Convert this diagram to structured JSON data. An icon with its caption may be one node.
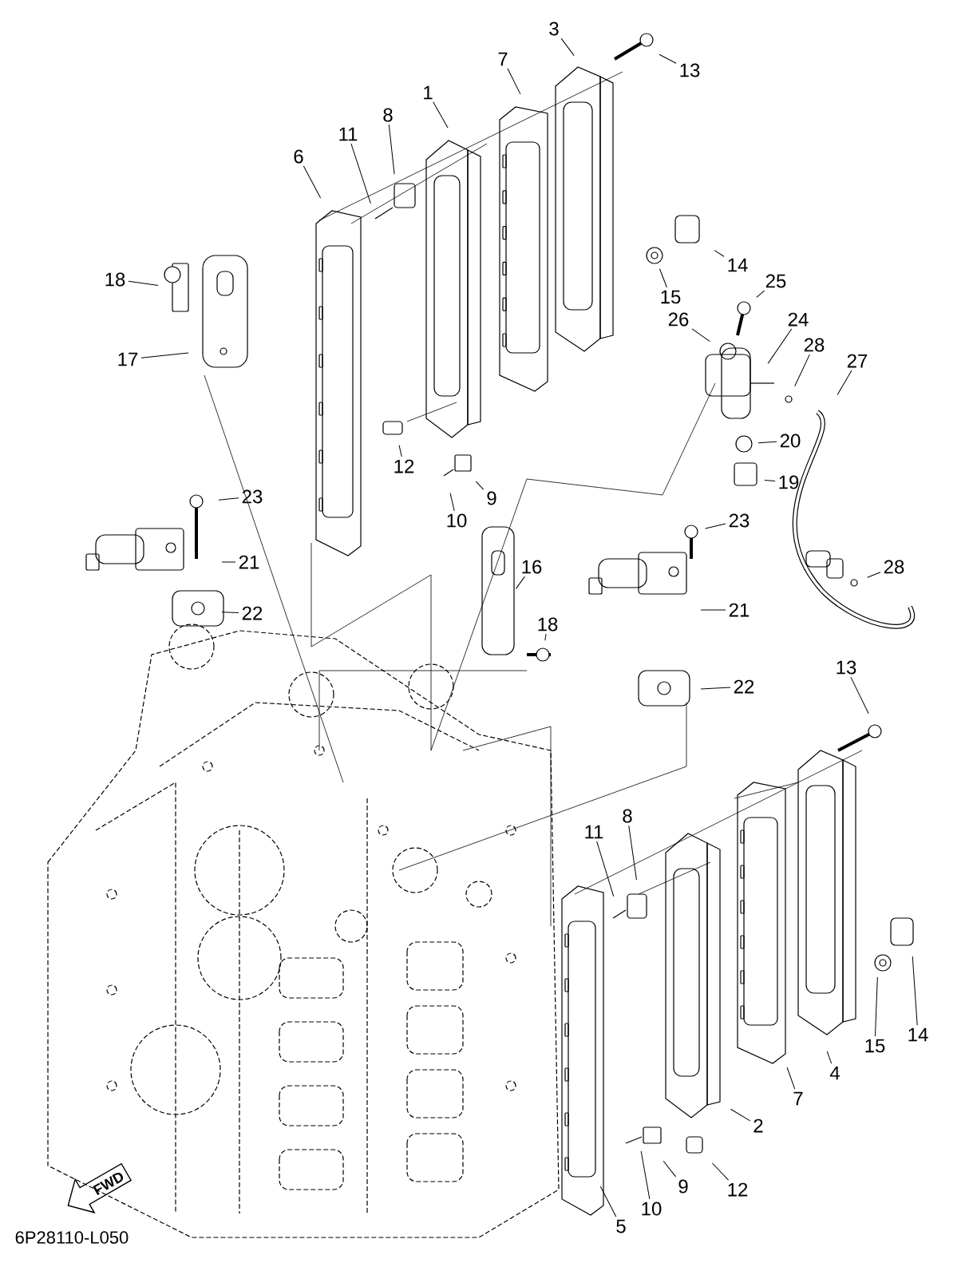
{
  "diagram": {
    "nodes": [
      {
        "text": [
          "1"
        ]
      },
      {
        "text": [
          "3"
        ]
      },
      {
        "text": [
          "7"
        ]
      },
      {
        "text": [
          "8"
        ]
      },
      {
        "text": [
          "11"
        ]
      },
      {
        "text": [
          "6"
        ]
      },
      {
        "text": [
          "13"
        ]
      },
      {
        "text": [
          "14"
        ]
      },
      {
        "text": [
          "15"
        ]
      },
      {
        "text": [
          "25"
        ]
      },
      {
        "text": [
          "26"
        ]
      },
      {
        "text": [
          "24"
        ]
      },
      {
        "text": [
          "28"
        ]
      },
      {
        "text": [
          "27"
        ]
      },
      {
        "text": [
          "18"
        ]
      },
      {
        "text": [
          "17"
        ]
      },
      {
        "text": [
          "20"
        ]
      },
      {
        "text": [
          "19"
        ]
      },
      {
        "text": [
          "12"
        ]
      },
      {
        "text": [
          "9"
        ]
      },
      {
        "text": [
          "10"
        ]
      },
      {
        "text": [
          "23"
        ]
      },
      {
        "text": [
          "21"
        ]
      },
      {
        "text": [
          "22"
        ]
      },
      {
        "text": [
          "16"
        ]
      },
      {
        "text": [
          "18"
        ]
      },
      {
        "text": [
          "23"
        ]
      },
      {
        "text": [
          "21"
        ]
      },
      {
        "text": [
          "28"
        ]
      },
      {
        "text": [
          "22"
        ]
      },
      {
        "text": [
          "13"
        ]
      },
      {
        "text": [
          "11"
        ]
      },
      {
        "text": [
          "8"
        ]
      },
      {
        "text": [
          "14"
        ]
      },
      {
        "text": [
          "15"
        ]
      },
      {
        "text": [
          "7"
        ]
      },
      {
        "text": [
          "4"
        ]
      },
      {
        "text": [
          "2"
        ]
      },
      {
        "text": [
          "12"
        ]
      },
      {
        "text": [
          "9"
        ]
      },
      {
        "text": [
          "10"
        ]
      },
      {
        "text": [
          "5"
        ]
      }
    ],
    "edges": [
      {
        "from": 0,
        "to": null,
        "arrow": "none"
      },
      {
        "from": 1,
        "to": null,
        "arrow": "none"
      },
      {
        "from": 2,
        "to": null,
        "arrow": "none"
      },
      {
        "from": 3,
        "to": null,
        "arrow": "none"
      },
      {
        "from": 4,
        "to": null,
        "arrow": "none"
      },
      {
        "from": 5,
        "to": null,
        "arrow": "none"
      },
      {
        "from": 6,
        "to": null,
        "arrow": "none"
      },
      {
        "from": 7,
        "to": null,
        "arrow": "none"
      },
      {
        "from": 8,
        "to": null,
        "arrow": "none"
      },
      {
        "from": 9,
        "to": null,
        "arrow": "none"
      },
      {
        "from": 10,
        "to": null,
        "arrow": "none"
      },
      {
        "from": 11,
        "to": null,
        "arrow": "none"
      },
      {
        "from": 12,
        "to": null,
        "arrow": "none"
      },
      {
        "from": 13,
        "to": null,
        "arrow": "none"
      },
      {
        "from": 14,
        "to": null,
        "arrow": "none"
      },
      {
        "from": 15,
        "to": null,
        "arrow": "none"
      },
      {
        "from": 16,
        "to": null,
        "arrow": "none"
      },
      {
        "from": 17,
        "to": null,
        "arrow": "none"
      },
      {
        "from": 18,
        "to": null,
        "arrow": "none"
      },
      {
        "from": 19,
        "to": null,
        "arrow": "none"
      },
      {
        "from": 20,
        "to": null,
        "arrow": "none"
      },
      {
        "from": 21,
        "to": null,
        "arrow": "none"
      },
      {
        "from": 22,
        "to": null,
        "arrow": "none"
      },
      {
        "from": 23,
        "to": null,
        "arrow": "none"
      },
      {
        "from": 24,
        "to": null,
        "arrow": "none"
      },
      {
        "from": 25,
        "to": null,
        "arrow": "none"
      },
      {
        "from": 26,
        "to": null,
        "arrow": "none"
      },
      {
        "from": 27,
        "to": null,
        "arrow": "none"
      },
      {
        "from": 28,
        "to": null,
        "arrow": "none"
      },
      {
        "from": 29,
        "to": null,
        "arrow": "none"
      },
      {
        "from": 30,
        "to": null,
        "arrow": "none"
      },
      {
        "from": 31,
        "to": null,
        "arrow": "none"
      },
      {
        "from": 32,
        "to": null,
        "arrow": "none"
      },
      {
        "from": 33,
        "to": null,
        "arrow": "none"
      },
      {
        "from": 34,
        "to": null,
        "arrow": "none"
      },
      {
        "from": 35,
        "to": null,
        "arrow": "none"
      },
      {
        "from": 36,
        "to": null,
        "arrow": "none"
      },
      {
        "from": 37,
        "to": null,
        "arrow": "none"
      },
      {
        "from": 38,
        "to": null,
        "arrow": "none"
      },
      {
        "from": 39,
        "to": null,
        "arrow": "none"
      },
      {
        "from": 40,
        "to": null,
        "arrow": "none"
      },
      {
        "from": 41,
        "to": null,
        "arrow": "none"
      }
    ],
    "labels": [
      "FWD",
      "6P28110-L050"
    ]
  }
}
